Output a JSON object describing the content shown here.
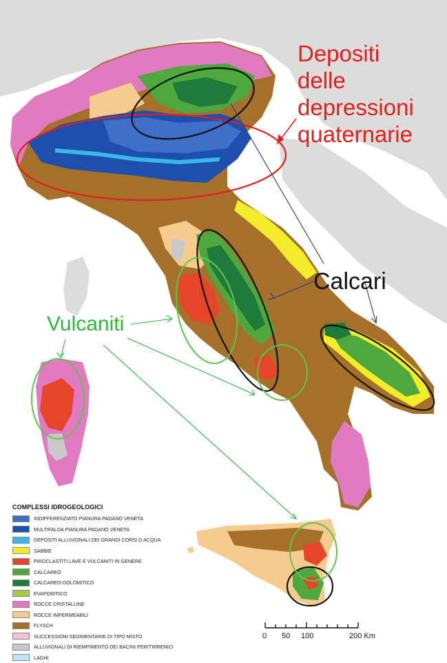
{
  "annotations": {
    "depositi_lines": [
      "Depositi",
      "delle",
      "depressioni",
      "quaternarie"
    ],
    "calcari": "Calcari",
    "vulcaniti": "Vulcaniti"
  },
  "colors": {
    "sea": "#ffffff",
    "neighbor_land": "#dcdcdc",
    "depositi_annotation": "#e0201c",
    "calcari_annotation": "#111111",
    "vulcaniti_annotation": "#2db53d",
    "arrow_blue": "#1f3c88",
    "arrow_green": "#2db53d"
  },
  "legend": {
    "title": "COMPLESSI IDROGEOLOGICI",
    "items": [
      {
        "label": "INDIFFERENZIATO PIANURA PADANO VENETA",
        "color": "#3f6fc6"
      },
      {
        "label": "MULTIFALDA PIANURA PADANO VENETA",
        "color": "#1d4faf"
      },
      {
        "label": "DEPOSITI ALLUVIONALI DEI GRANDI CORSI D ACQUA",
        "color": "#39b7e6"
      },
      {
        "label": "SABBIE",
        "color": "#f2ec2a"
      },
      {
        "label": " PIROCLASTITI LAVE E VULCANITI IN GENERE",
        "color": "#e6452c"
      },
      {
        "label": "CALCAREO",
        "color": "#4ea83d"
      },
      {
        "label": "CALCAREO-DOLOMITICO",
        "color": "#1f7a3c"
      },
      {
        "label": "EVAPORITICO",
        "color": "#a5cc3a"
      },
      {
        "label": "ROCCE CRISTALLINE",
        "color": "#e07ac1"
      },
      {
        "label": "ROCCE IMPERMEABILI",
        "color": "#f5cc8e"
      },
      {
        "label": "FLYSCH",
        "color": "#a5702a"
      },
      {
        "label": "SUCCESSIONI SEDIMENTARIE DI TIPO MISTO",
        "color": "#f3c2d6"
      },
      {
        "label": "ALLUVIONALI DI RIEMPIMENTO DEI BACINI PERITIRRENICI",
        "color": "#c9c9c9"
      },
      {
        "label": "LAGHI",
        "color": "#bfe6f7"
      }
    ]
  },
  "scale_bar": {
    "labels": [
      "0",
      "50",
      "100",
      "200 Km"
    ],
    "values": [
      0,
      50,
      100,
      200
    ]
  }
}
